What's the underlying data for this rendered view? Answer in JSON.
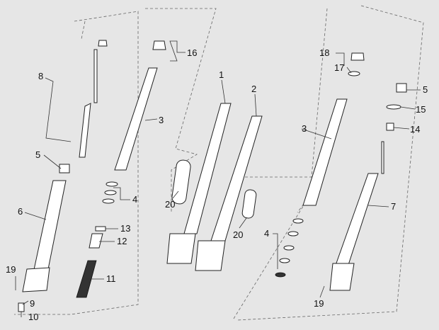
{
  "callouts": [
    {
      "id": "c1",
      "text": "1"
    },
    {
      "id": "c2",
      "text": "2"
    },
    {
      "id": "c3a",
      "text": "3"
    },
    {
      "id": "c3b",
      "text": "3"
    },
    {
      "id": "c4a",
      "text": "4"
    },
    {
      "id": "c4b",
      "text": "4"
    },
    {
      "id": "c5a",
      "text": "5"
    },
    {
      "id": "c5b",
      "text": "5"
    },
    {
      "id": "c6",
      "text": "6"
    },
    {
      "id": "c7",
      "text": "7"
    },
    {
      "id": "c8",
      "text": "8"
    },
    {
      "id": "c9",
      "text": "9"
    },
    {
      "id": "c10",
      "text": "10"
    },
    {
      "id": "c11",
      "text": "11"
    },
    {
      "id": "c12",
      "text": "12"
    },
    {
      "id": "c13",
      "text": "13"
    },
    {
      "id": "c14",
      "text": "14"
    },
    {
      "id": "c15",
      "text": "15"
    },
    {
      "id": "c16",
      "text": "16"
    },
    {
      "id": "c17",
      "text": "17"
    },
    {
      "id": "c18",
      "text": "18"
    },
    {
      "id": "c19a",
      "text": "19"
    },
    {
      "id": "c19b",
      "text": "19"
    },
    {
      "id": "c20a",
      "text": "20"
    },
    {
      "id": "c20b",
      "text": "20"
    }
  ],
  "colors": {
    "background": "#e6e6e6",
    "line": "#222222"
  }
}
